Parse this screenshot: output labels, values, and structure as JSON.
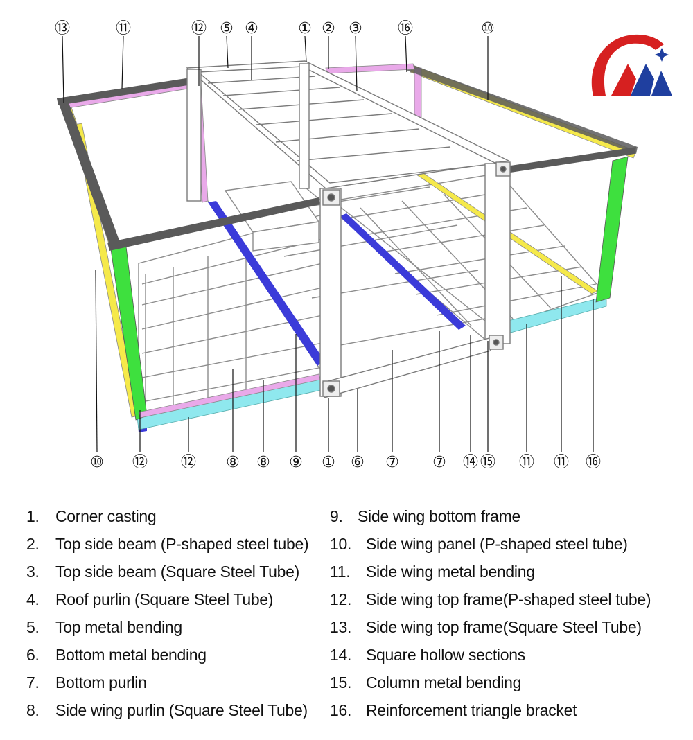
{
  "callouts_top": [
    "⑬",
    "⑪",
    "⑫",
    "⑤",
    "④",
    "①",
    "②",
    "③",
    "⑯",
    "⑩"
  ],
  "callouts_bottom": [
    "⑩",
    "⑫",
    "⑫",
    "⑧",
    "⑧",
    "⑨",
    "①",
    "⑥",
    "⑦",
    "⑦",
    "⑭",
    "⑮",
    "⑪",
    "⑪",
    "⑯"
  ],
  "legend": [
    {
      "num": "1.",
      "text": "Corner casting"
    },
    {
      "num": "2.",
      "text": "Top side beam (P-shaped steel tube)"
    },
    {
      "num": "3.",
      "text": "Top side beam (Square Steel Tube)"
    },
    {
      "num": "4.",
      "text": "Roof purlin (Square Steel Tube)"
    },
    {
      "num": "5.",
      "text": "Top metal bending"
    },
    {
      "num": "6.",
      "text": "Bottom metal bending"
    },
    {
      "num": "7.",
      "text": "Bottom purlin"
    },
    {
      "num": "8.",
      "text": "Side wing purlin (Square Steel Tube)"
    },
    {
      "num": "9.",
      "text": "Side wing bottom frame"
    },
    {
      "num": "10.",
      "text": "Side wing panel (P-shaped steel tube)"
    },
    {
      "num": "11.",
      "text": "Side wing metal bending"
    },
    {
      "num": "12.",
      "text": "Side wing top frame(P-shaped steel tube)"
    },
    {
      "num": "13.",
      "text": "Side wing top frame(Square Steel Tube)"
    },
    {
      "num": "14.",
      "text": "Square hollow sections"
    },
    {
      "num": "15.",
      "text": "Column metal bending"
    },
    {
      "num": "16.",
      "text": "Reinforcement triangle bracket"
    }
  ],
  "colors": {
    "yellow_panel": "#f5e94a",
    "green_panel": "#3ee03e",
    "pink_frame": "#e9a9e9",
    "blue_frame": "#3b3bd9",
    "cyan_frame": "#8fe8ee",
    "dark_beam": "#5a5a5a",
    "logo_red": "#d62020",
    "logo_blue": "#1f3f9f"
  }
}
